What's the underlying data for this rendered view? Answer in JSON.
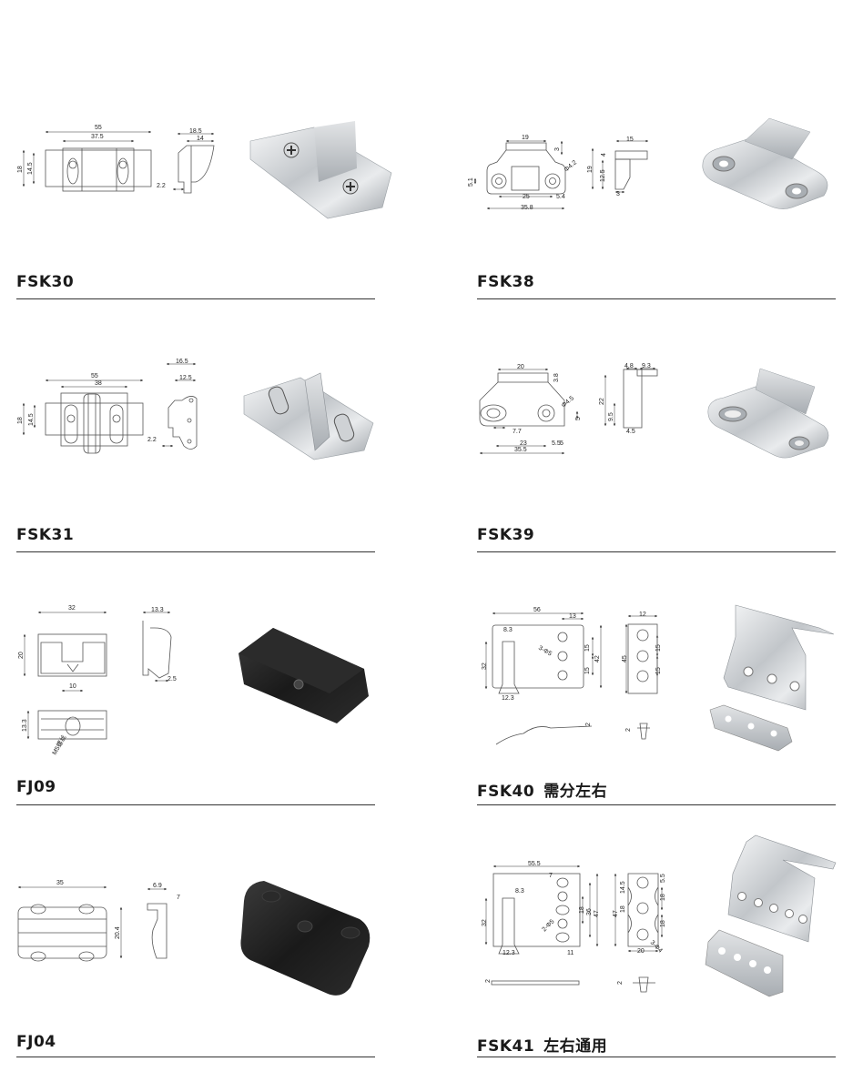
{
  "colors": {
    "text": "#1a1a1a",
    "rule": "#333333",
    "metal": "#c4c8cc",
    "black_part": "#1c1c1c"
  },
  "products": [
    {
      "code": "FSK30",
      "note": "",
      "dims": [
        "55",
        "37.5",
        "18",
        "14.5",
        "18.5",
        "14",
        "2.2"
      ]
    },
    {
      "code": "FSK38",
      "note": "",
      "dims": [
        "19",
        "3",
        "Φ4.2",
        "5.1",
        "25",
        "5.4",
        "35.8",
        "15",
        "19",
        "4",
        "12.5",
        "3"
      ]
    },
    {
      "code": "FSK31",
      "note": "",
      "dims": [
        "55",
        "38",
        "18",
        "14.5",
        "16.5",
        "12.5",
        "2.2"
      ]
    },
    {
      "code": "FSK39",
      "note": "",
      "dims": [
        "20",
        "3.8",
        "Φ4.5",
        "5",
        "7.7",
        "23",
        "5.5",
        "5",
        "35.5",
        "4.8",
        "9.3",
        "22",
        "9.5",
        "4.5"
      ]
    },
    {
      "code": "FJ09",
      "note": "",
      "dims": [
        "32",
        "20",
        "10",
        "13.3",
        "2.5",
        "13.3",
        "M5螺丝"
      ]
    },
    {
      "code": "FSK40",
      "note": "需分左右",
      "dims": [
        "56",
        "13",
        "8.3",
        "32",
        "3-Φ5",
        "15",
        "15",
        "42",
        "12.3",
        "12",
        "45",
        "15",
        "15",
        "2",
        "2"
      ]
    },
    {
      "code": "FJ04",
      "note": "",
      "dims": [
        "35",
        "20.4",
        "6.9",
        "7"
      ]
    },
    {
      "code": "FSK41",
      "note": "左右通用",
      "dims": [
        "55.5",
        "7",
        "8.3",
        "32",
        "2-Φ5",
        "18",
        "36",
        "47",
        "12.3",
        "11",
        "47",
        "14.5",
        "18",
        "5.5",
        "18",
        "18",
        "20",
        "3-Φ4",
        "2",
        "2"
      ]
    }
  ]
}
